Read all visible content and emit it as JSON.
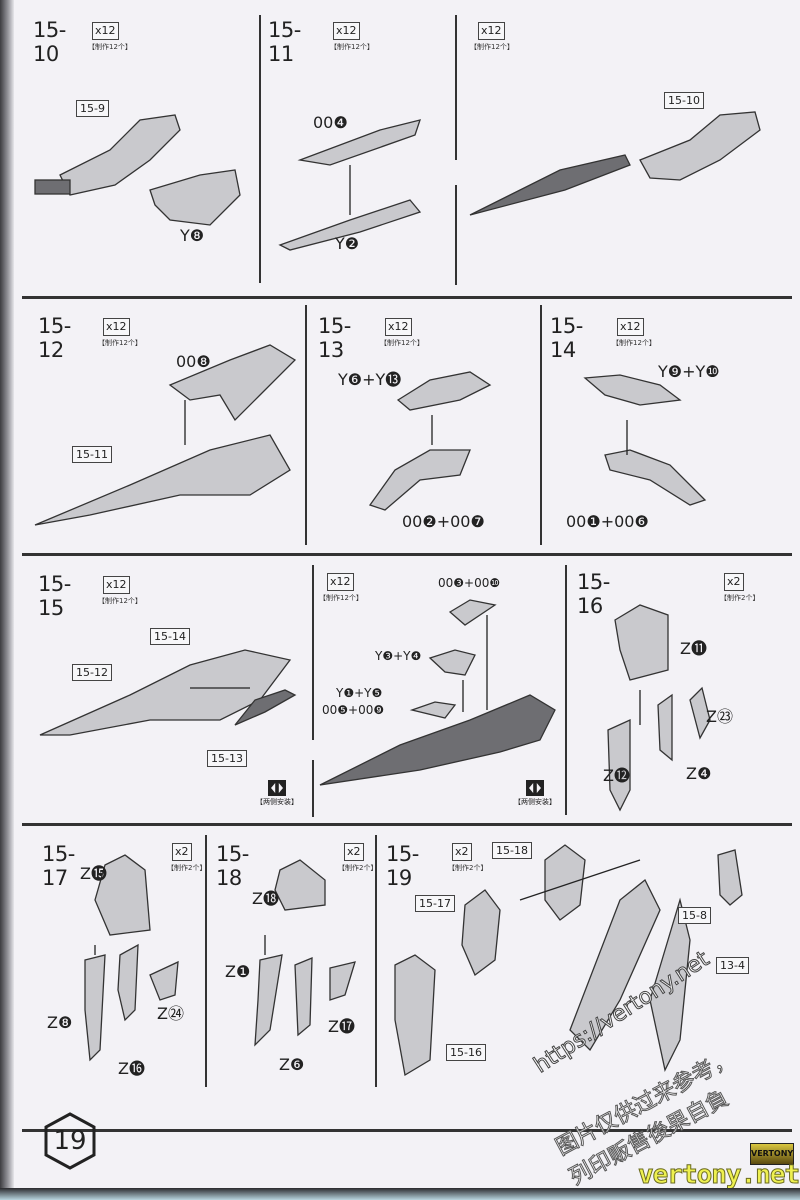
{
  "panels": {
    "p1510": {
      "step": "15-10",
      "qty": "x12",
      "make": "【制作12个】",
      "callout": "15-9",
      "parts": [
        "Y❽"
      ]
    },
    "p1511": {
      "step": "15-11",
      "qty": "x12",
      "make": "【制作12个】",
      "parts": [
        "00❹",
        "Y❷"
      ]
    },
    "p1511b": {
      "qty": "x12",
      "make": "【制作12个】",
      "callout": "15-10"
    },
    "p1512": {
      "step": "15-12",
      "qty": "x12",
      "make": "【制作12个】",
      "callout": "15-11",
      "parts": [
        "00❽"
      ]
    },
    "p1513": {
      "step": "15-13",
      "qty": "x12",
      "make": "【制作12个】",
      "parts": [
        "Y❻+Y⓭",
        "00❷+00❼"
      ]
    },
    "p1514": {
      "step": "15-14",
      "qty": "x12",
      "make": "【制作12个】",
      "parts": [
        "Y❾+Y❿",
        "00❶+00❻"
      ]
    },
    "p1515": {
      "step": "15-15",
      "qty": "x12",
      "make": "【制作12个】",
      "callouts": [
        "15-14",
        "15-12",
        "15-13"
      ],
      "both_sides": "【两侧安装】"
    },
    "p1515b": {
      "qty": "x12",
      "make": "【制作12个】",
      "parts": [
        "00❸+00❿",
        "Y❸+Y❹",
        "Y❶+Y❺",
        "00❺+00❾"
      ],
      "both_sides": "【两侧安装】"
    },
    "p1516": {
      "step": "15-16",
      "qty": "x2",
      "make": "【制作2个】",
      "parts": [
        "Z⓫",
        "Z㉓",
        "Z⓬",
        "Z❹"
      ]
    },
    "p1517": {
      "step": "15-17",
      "qty": "x2",
      "make": "【制作2个】",
      "parts": [
        "Z⓯",
        "Z❽",
        "Z⓰",
        "Z㉔"
      ]
    },
    "p1518": {
      "step": "15-18",
      "qty": "x2",
      "make": "【制作2个】",
      "parts": [
        "Z⓲",
        "Z❶",
        "Z❻",
        "Z⓱"
      ]
    },
    "p1519": {
      "step": "15-19",
      "qty": "x2",
      "make": "【制作2个】",
      "callouts": [
        "15-18",
        "15-17",
        "15-8",
        "13-4",
        "15-16"
      ]
    }
  },
  "page_number": "19",
  "watermark": {
    "url": "https://vertony.net",
    "line1": "图片仅供过来参考，",
    "line2": "列印贩售後果自負",
    "logo": "VERTONY",
    "site": "vertony.net"
  },
  "colors": {
    "part_fill": "#c9c9cd",
    "part_dark": "#6e6e72",
    "line": "#333333"
  }
}
